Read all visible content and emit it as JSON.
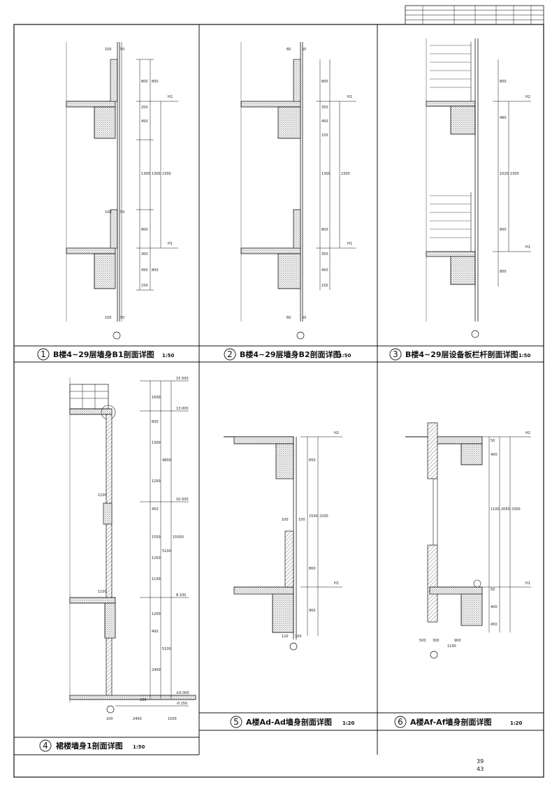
{
  "sheet": {
    "page_number": "39",
    "page_total": "43",
    "title_block_cells": [
      "",
      "",
      "",
      "",
      "",
      "",
      "",
      "",
      "",
      "",
      "",
      "",
      "",
      "",
      "",
      ""
    ]
  },
  "panels": [
    {
      "number": "1",
      "title": "B楼4~29层墙身B1剖面详图",
      "scale": "1:50"
    },
    {
      "number": "2",
      "title": "B楼4~29层墙身B2剖面详图",
      "scale": "1:50"
    },
    {
      "number": "3",
      "title": "B楼4~29层设备板栏杆剖面详图",
      "scale": "1:50"
    },
    {
      "number": "4",
      "title": "裙楼墙身1剖面详图",
      "scale": "1:50"
    },
    {
      "number": "5",
      "title": "A楼Ad-Ad墙身剖面详图",
      "scale": "1:20"
    },
    {
      "number": "6",
      "title": "A楼Af-Af墙身剖面详图",
      "scale": "1:20"
    }
  ],
  "dims": {
    "p1_top": [
      "100",
      "50"
    ],
    "p1_bottom": [
      "100",
      "50"
    ],
    "p1_mid": [
      "100",
      "50"
    ],
    "p1_right": [
      "800",
      "250",
      "450",
      "1300",
      "800",
      "300",
      "450",
      "150"
    ],
    "p1_total": [
      "800",
      "1300",
      "800"
    ],
    "p1_overall": "2300",
    "p2_top": [
      "60",
      "50"
    ],
    "p2_bottom": [
      "60",
      "50"
    ],
    "p2_right": [
      "800",
      "350",
      "450",
      "150",
      "1300",
      "800",
      "350",
      "450",
      "150"
    ],
    "p2_overall": "2300",
    "p3_right": [
      "800",
      "480",
      "1020",
      "800",
      "800"
    ],
    "p3_overall": "2300",
    "p4_elev": [
      "15.500",
      "13.000",
      "10.500",
      "8.100",
      "±0.000",
      "-0.150"
    ],
    "p4_right": [
      "1600",
      "600",
      "1300",
      "1200",
      "450",
      "1550",
      "1250",
      "1100",
      "1200",
      "400",
      "2400"
    ],
    "p4_total": [
      "4800",
      "5100",
      "5100",
      "15500"
    ],
    "p4_bottom": [
      "100",
      "2400",
      "1500"
    ],
    "p4_side": [
      "1100",
      "1100",
      "200"
    ],
    "p5_right": [
      "650",
      "1550",
      "800",
      "900"
    ],
    "p5_overall": "2200",
    "p5_bottom": [
      "120",
      "100"
    ],
    "p5_side": [
      "100",
      "100"
    ],
    "p6_right": [
      "50",
      "400",
      "1100",
      "50",
      "400",
      "450"
    ],
    "p6_overall": "2300",
    "p6_mid": "2050",
    "p6_bottom": [
      "500",
      "300",
      "1100",
      "900"
    ],
    "levels": [
      "H2",
      "H1"
    ]
  }
}
